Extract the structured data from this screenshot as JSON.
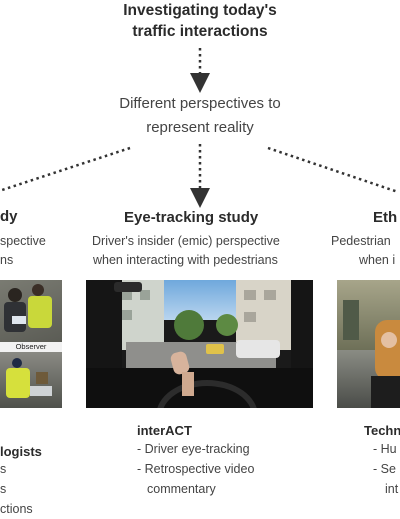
{
  "header": {
    "title_line1": "Investigating today's",
    "title_line2": "traffic interactions",
    "perspectives_line1": "Different perspectives to",
    "perspectives_line2": "represent reality"
  },
  "left": {
    "title": "dy",
    "sub_line1": "spective",
    "sub_line2": "ns",
    "observer_label": "Observer",
    "heading": "logists",
    "bullets": [
      "s",
      "s",
      "ctions"
    ]
  },
  "center": {
    "title": "Eye-tracking study",
    "sub_line1": "Driver's insider (emic) perspective",
    "sub_line2": "when interacting with pedestrians",
    "heading": "interACT",
    "bullets": [
      "- Driver eye-tracking",
      "- Retrospective video",
      "commentary"
    ]
  },
  "right": {
    "title": "Eth",
    "sub_line1": "Pedestrian",
    "sub_line2": "when i",
    "heading": "Techn",
    "bullets": [
      "- Hu",
      "- Se",
      "int"
    ]
  }
}
